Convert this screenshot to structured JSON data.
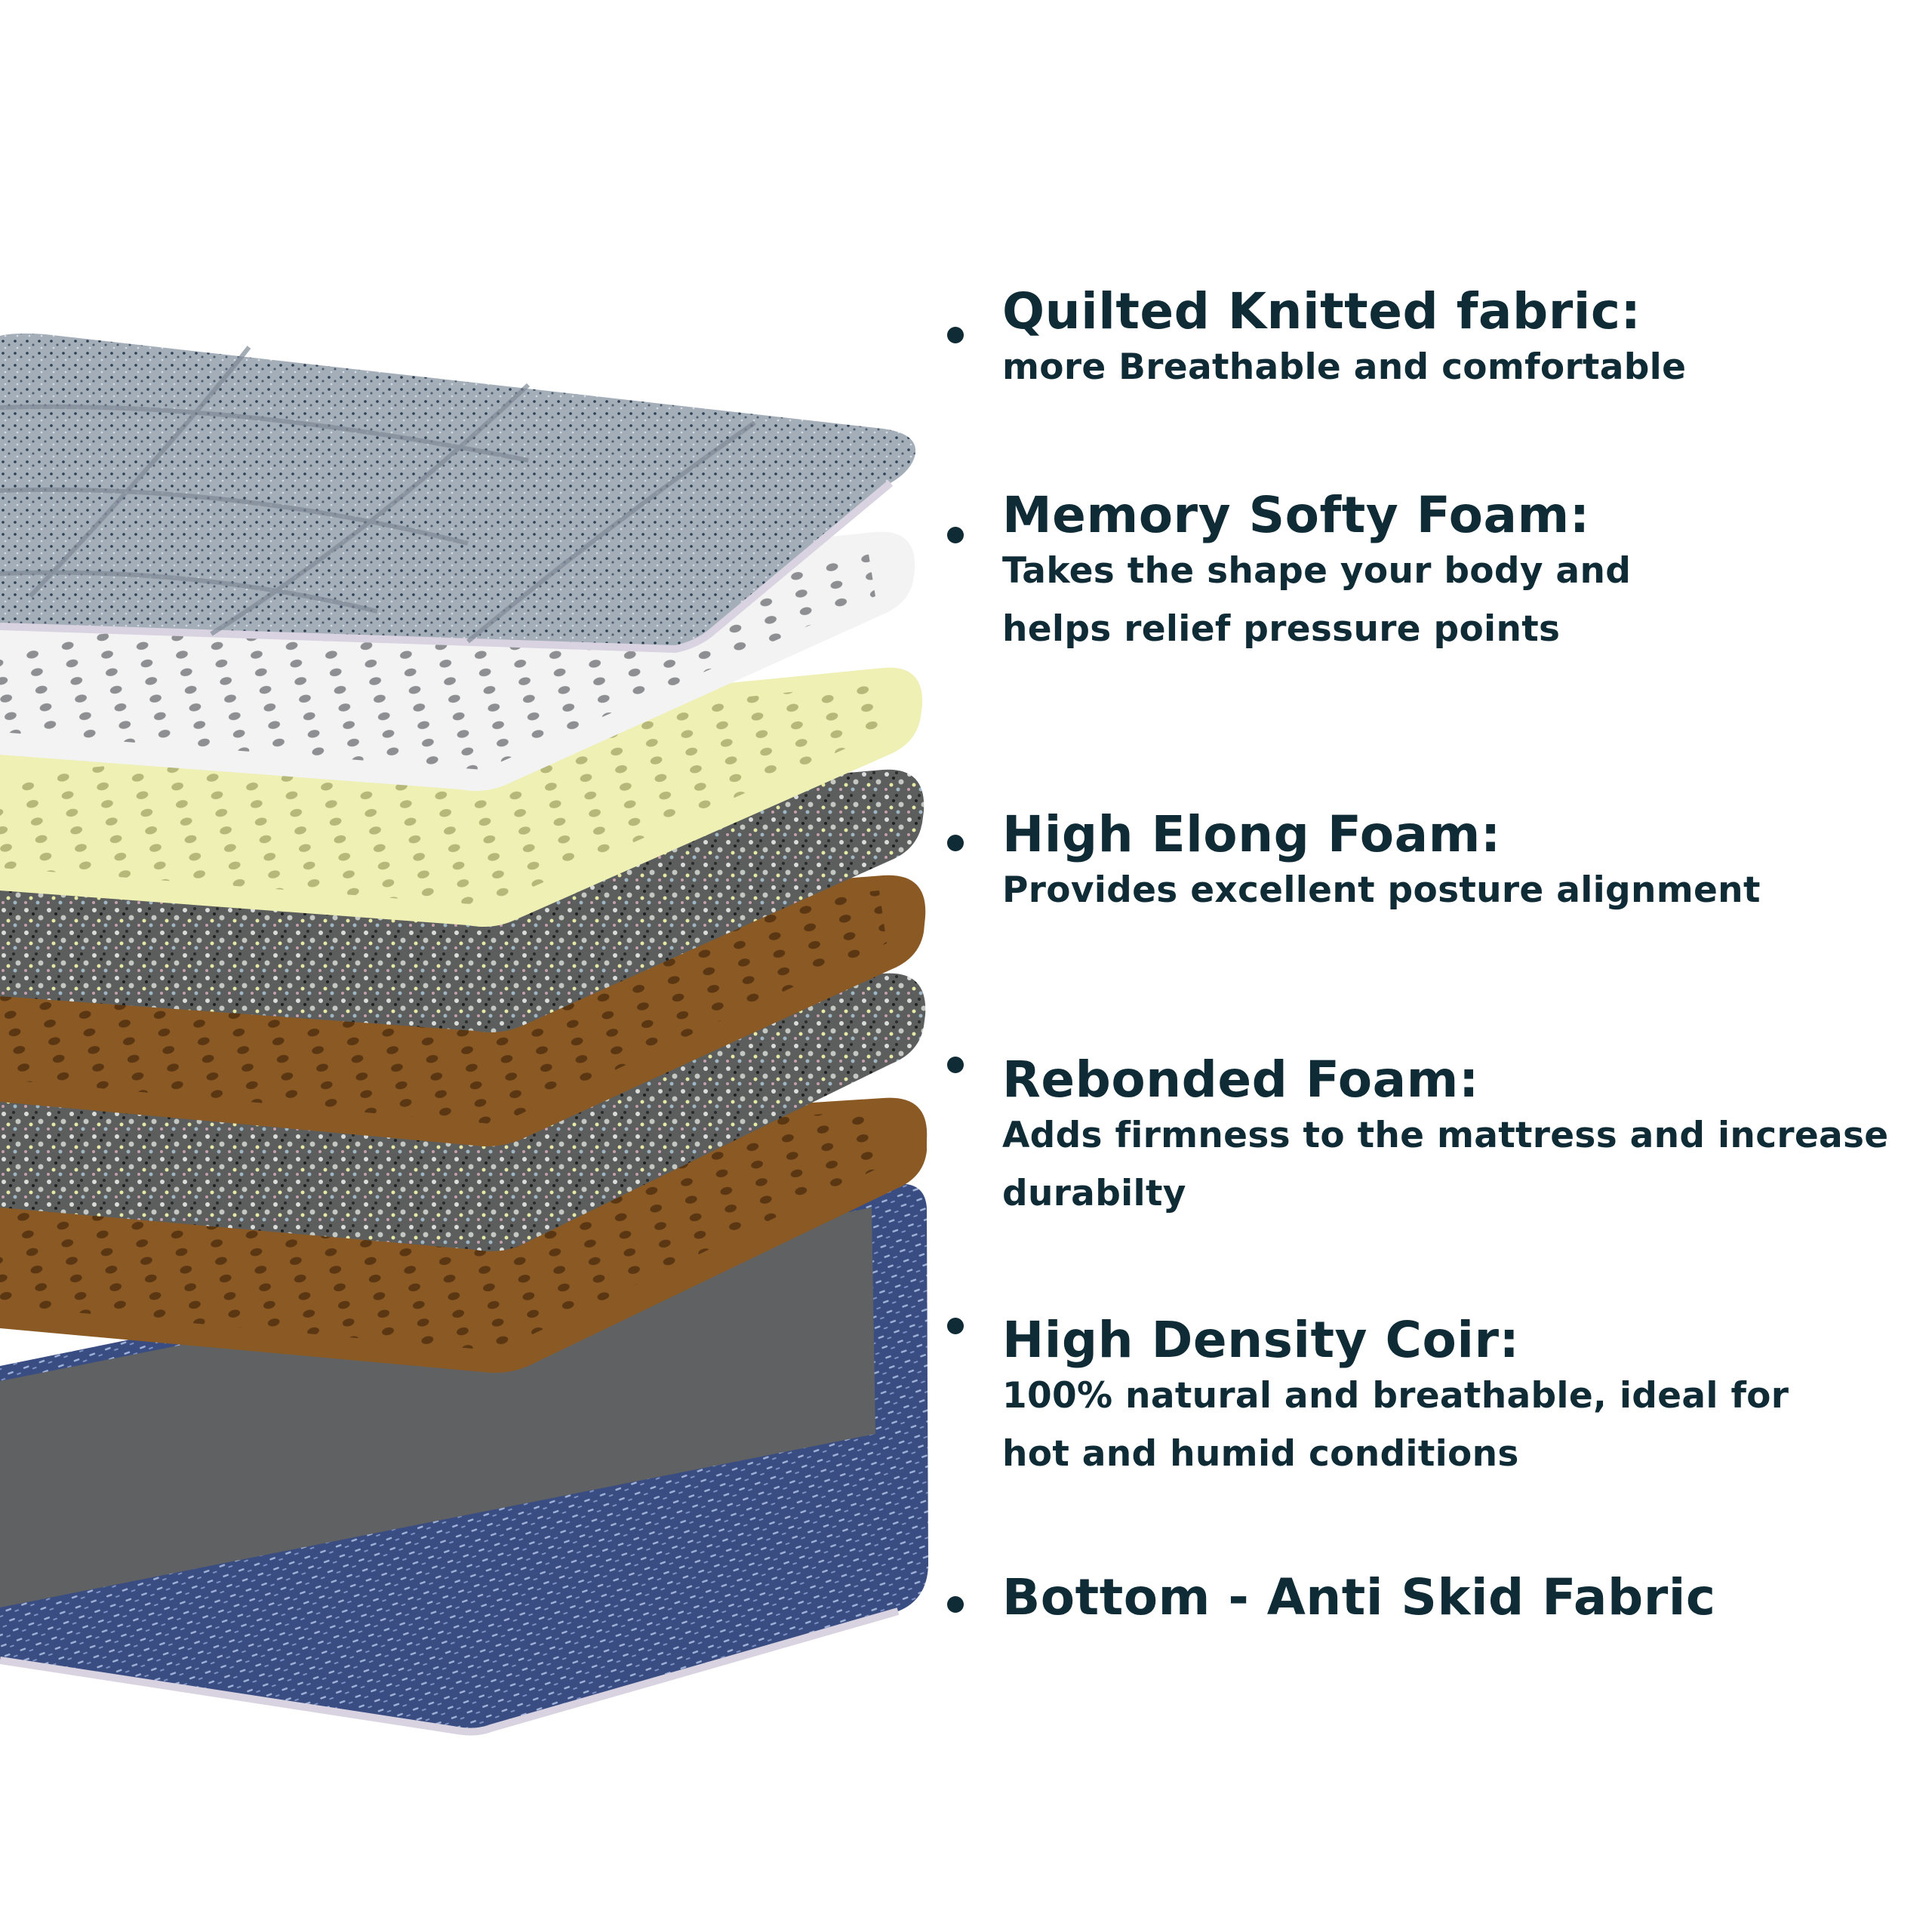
{
  "colors": {
    "text": "#0f2b36",
    "background": "#ffffff",
    "quilted_fabric": "#9aa6b2",
    "memory_foam": "#f3f3f3",
    "high_elong_foam": "#eef0b4",
    "rebonded_foam": "#6a6c6a",
    "coir": "#8b5a24",
    "anti_skid_fabric": "#3a4d82",
    "base_panel": "#5f6163"
  },
  "illustration": {
    "layers": [
      {
        "name": "quilted-knitted-fabric-layer",
        "color": "#9aa6b2"
      },
      {
        "name": "memory-softy-foam-layer",
        "color": "#f3f3f3"
      },
      {
        "name": "high-elong-foam-layer",
        "color": "#eef0b4"
      },
      {
        "name": "rebonded-foam-layer",
        "color": "#6a6c6a"
      },
      {
        "name": "high-density-coir-layer",
        "color": "#8b5a24"
      },
      {
        "name": "rebonded-foam-layer",
        "color": "#6a6c6a"
      },
      {
        "name": "high-density-coir-layer",
        "color": "#8b5a24"
      },
      {
        "name": "bottom-anti-skid-fabric-layer",
        "color": "#3a4d82"
      }
    ]
  },
  "features": [
    {
      "title": "Quilted Knitted fabric:",
      "description": [
        "more Breathable and comfortable"
      ]
    },
    {
      "title": "Memory Softy Foam:",
      "description": [
        "Takes the shape your body and",
        "helps relief pressure points"
      ]
    },
    {
      "title": "High Elong Foam:",
      "description": [
        "Provides excellent posture alignment"
      ]
    },
    {
      "title": "Rebonded Foam:",
      "description": [
        "Adds firmness to the mattress and increase",
        "durabilty"
      ]
    },
    {
      "title": "High Density Coir:",
      "description": [
        "100% natural and breathable, ideal for",
        "hot and humid conditions"
      ]
    },
    {
      "title": "Bottom - Anti Skid Fabric",
      "description": []
    }
  ]
}
